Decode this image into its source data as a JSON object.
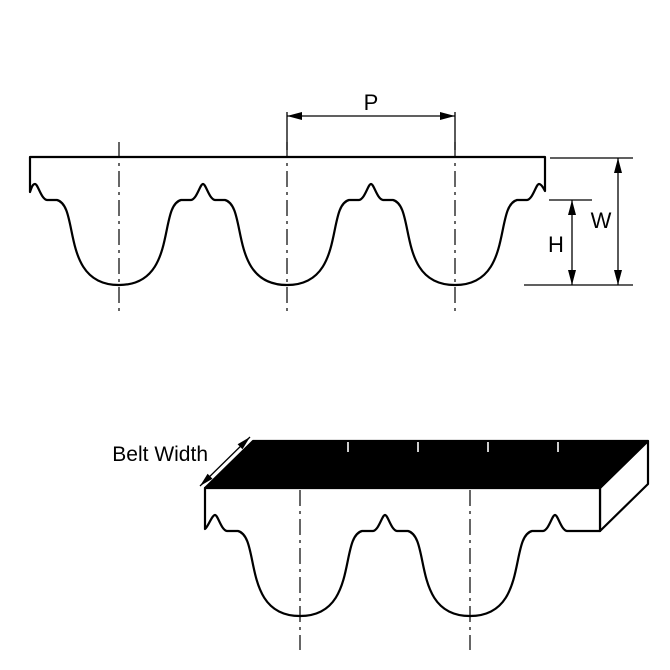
{
  "labels": {
    "pitch": "P",
    "width": "W",
    "height": "H",
    "belt_width": "Belt Width"
  },
  "colors": {
    "line": "#000000",
    "background": "#ffffff",
    "belt_fill": "#ffffff",
    "belt_back_face": "#000000",
    "tick_mark": "#ffffff"
  }
}
